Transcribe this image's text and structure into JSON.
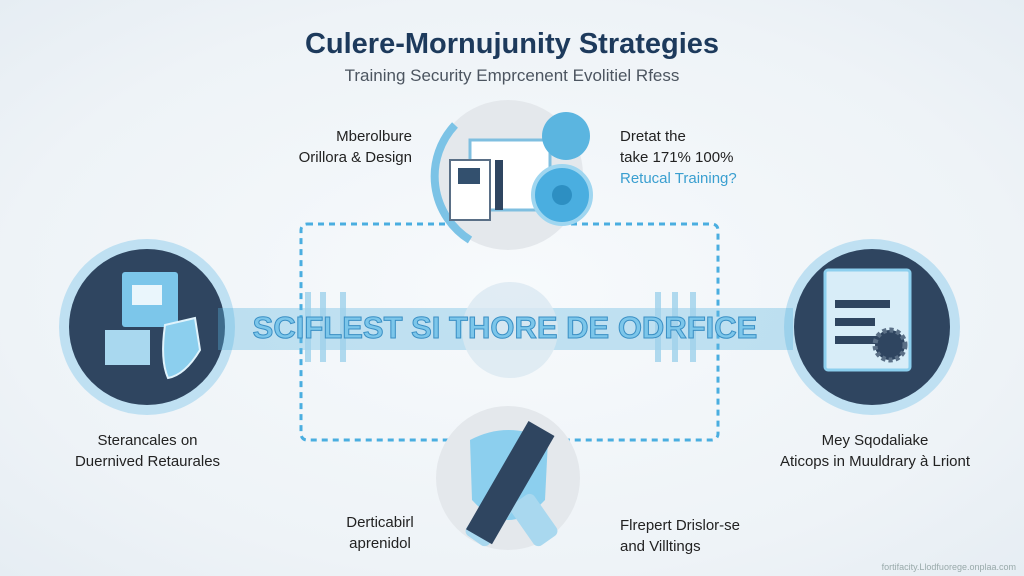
{
  "header": {
    "title": "Culere-Mornujunity Strategies",
    "subtitle": "Training Security Emprcenent Evolitiel Rfess"
  },
  "labels": {
    "top_left": [
      "Mberolbure",
      "Orillora & Design"
    ],
    "top_right": [
      "Dretat the",
      "take 171% 100%",
      "Retucal Training?"
    ],
    "left": [
      "Sterancales on",
      "Duernived Retaurales"
    ],
    "right": [
      "Mey Sqodaliake",
      "Aticops in Muuldrary à Lriont"
    ],
    "bottom_left": [
      "Derticabirl",
      "aprenidol"
    ],
    "bottom_right": [
      "Flrepert Drislor-se",
      "and Villtings"
    ]
  },
  "center_banner": "SCIFLEST SI THORE DE ODRFICE",
  "watermark": "fortifacity.Llodfuorege.onplaa.com",
  "colors": {
    "navy": "#1d3a5c",
    "accent": "#5bb5e0",
    "dark_circle": "#2f4560"
  }
}
